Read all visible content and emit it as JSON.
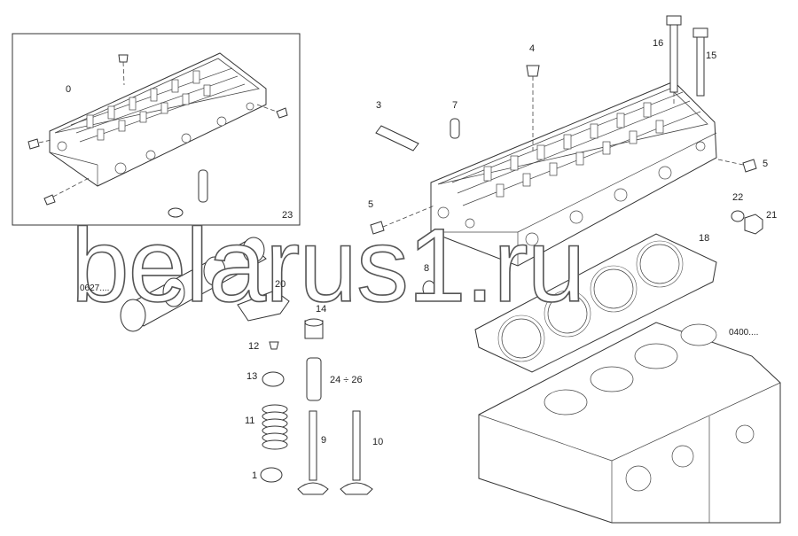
{
  "watermark": "belarus1.ru",
  "corner_mark": "",
  "inset_labels": {
    "zero": "0",
    "twenty_three": "23"
  },
  "callouts": {
    "c1": "1",
    "c3": "3",
    "c4": "4",
    "c5a": "5",
    "c5b": "5",
    "c7": "7",
    "c8": "8",
    "c9": "9",
    "c10": "10",
    "c11": "11",
    "c12": "12",
    "c13": "13",
    "c14": "14",
    "c15": "15",
    "c16": "16",
    "c18": "18",
    "c20": "20",
    "c21": "21",
    "c22": "22",
    "c24_26": "24 ÷ 26"
  },
  "refs": {
    "camshaft_ref": "0627....",
    "block_ref": "0400...."
  }
}
